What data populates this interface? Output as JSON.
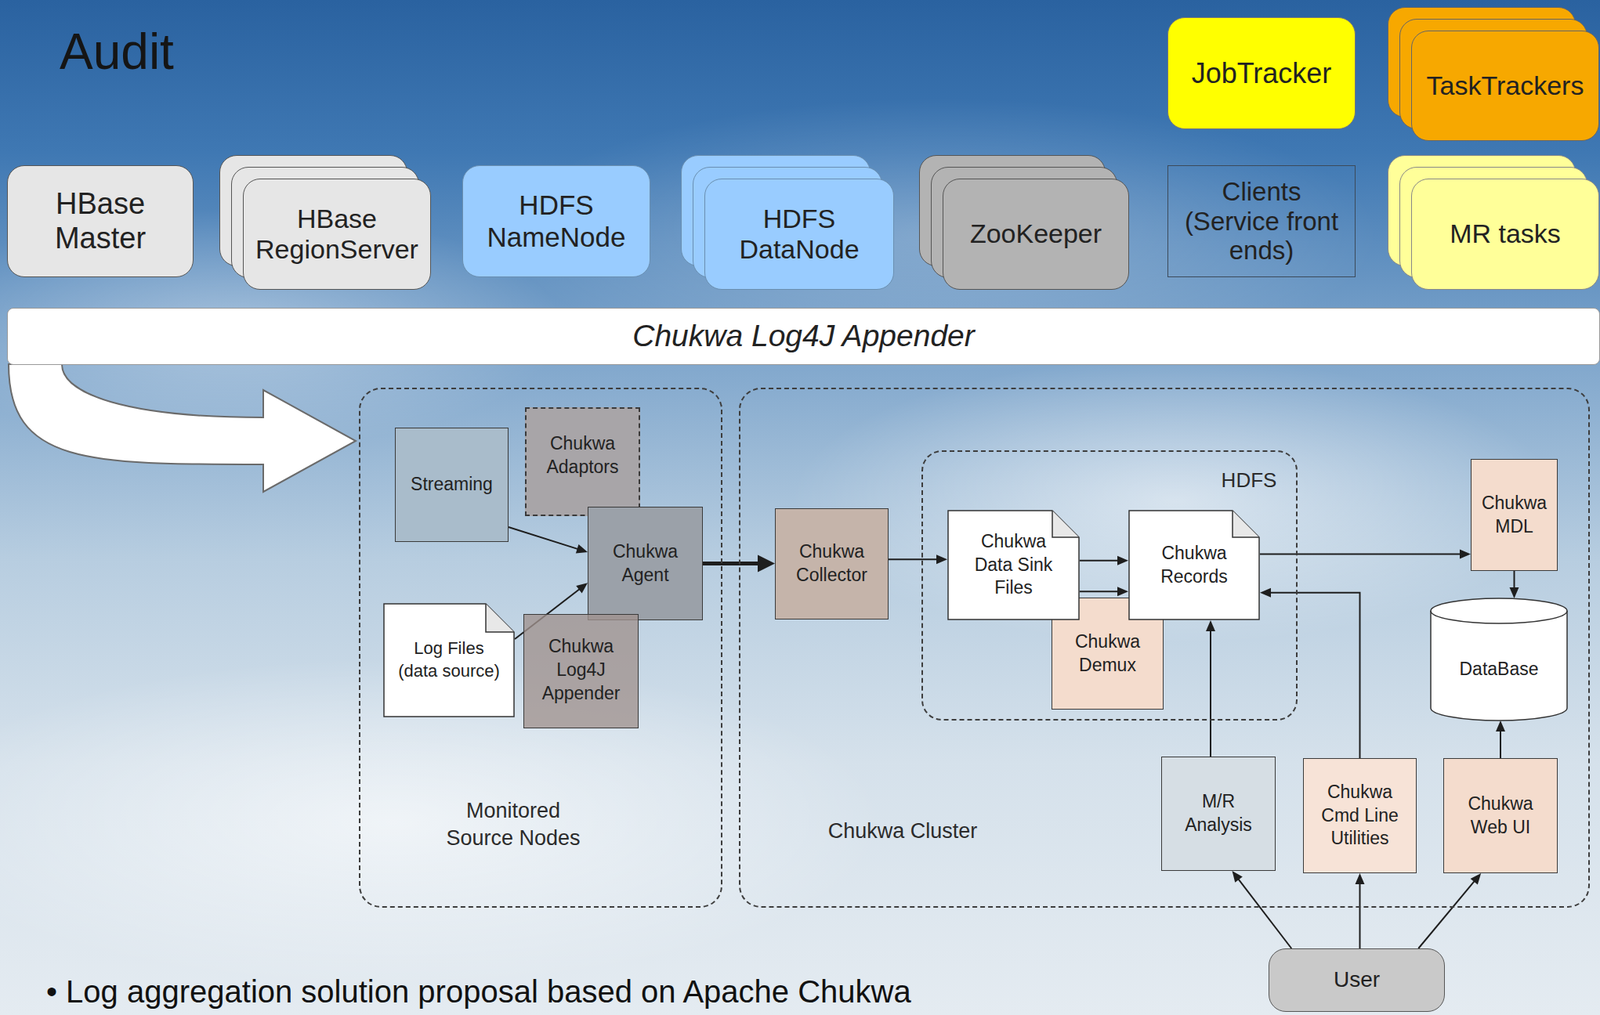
{
  "diagram": {
    "title": "Audit",
    "nodes": [
      {
        "text": [
          "JobTracker"
        ]
      },
      {
        "text": [
          "TaskTrackers"
        ]
      },
      {
        "text": [
          "HBase Master"
        ]
      },
      {
        "text": [
          "HBase RegionServer"
        ]
      },
      {
        "text": [
          "HDFS NameNode"
        ]
      },
      {
        "text": [
          "HDFS DataNode"
        ]
      },
      {
        "text": [
          "ZooKeeper"
        ]
      },
      {
        "text": [
          "Clients (Service front ends)"
        ]
      },
      {
        "text": [
          "MR tasks"
        ]
      },
      {
        "text": [
          "Chukwa Log4J Appender"
        ]
      },
      {
        "text": [
          "Monitored Source Nodes"
        ]
      },
      {
        "text": [
          "Streaming"
        ],
        "in": 10
      },
      {
        "text": [
          "Chukwa Adaptors"
        ],
        "in": 10
      },
      {
        "text": [
          "Chukwa Agent"
        ],
        "in": 10
      },
      {
        "text": [
          "Log Files (data source)"
        ],
        "in": 10
      },
      {
        "text": [
          "Chukwa Log4J Appender"
        ],
        "in": 10
      },
      {
        "text": [
          "Chukwa Cluster"
        ]
      },
      {
        "text": [
          "Chukwa Collector"
        ],
        "in": 16
      },
      {
        "text": [
          "HDFS"
        ],
        "in": 16
      },
      {
        "text": [
          "Chukwa Data Sink Files"
        ],
        "in": 18
      },
      {
        "text": [
          "Chukwa Records"
        ],
        "in": 18
      },
      {
        "text": [
          "Chukwa Demux"
        ],
        "in": 18
      },
      {
        "text": [
          "Chukwa MDL"
        ],
        "in": 16
      },
      {
        "text": [
          "DataBase"
        ],
        "in": 16
      },
      {
        "text": [
          "M/R Analysis"
        ],
        "in": 16
      },
      {
        "text": [
          "Chukwa Cmd Line Utilities"
        ],
        "in": 16
      },
      {
        "text": [
          "Chukwa Web UI"
        ],
        "in": 16
      },
      {
        "text": [
          "User"
        ]
      }
    ],
    "edges": [
      {
        "from": 11,
        "to": 13,
        "arrow": "to"
      },
      {
        "from": 14,
        "to": 13,
        "arrow": "to"
      },
      {
        "from": 13,
        "to": 17,
        "arrow": "to"
      },
      {
        "from": 17,
        "to": 19,
        "arrow": "to"
      },
      {
        "from": 19,
        "to": 20,
        "arrow": "to"
      },
      {
        "from": 19,
        "to": 20,
        "arrow": "to"
      },
      {
        "from": 20,
        "to": 22,
        "arrow": "to"
      },
      {
        "from": 22,
        "to": 23,
        "arrow": "to"
      },
      {
        "from": 26,
        "to": 23,
        "arrow": "to"
      },
      {
        "from": 24,
        "to": 20,
        "arrow": "to"
      },
      {
        "from": 25,
        "to": 20,
        "arrow": "to"
      },
      {
        "from": 27,
        "to": 24,
        "arrow": "to"
      },
      {
        "from": 27,
        "to": 25,
        "arrow": "to"
      },
      {
        "from": 27,
        "to": 26,
        "arrow": "to"
      },
      {
        "from": 9,
        "to": 10,
        "arrow": "to"
      }
    ],
    "labels": [
      "• Log aggregation solution proposal based on Apache Chukwa"
    ]
  }
}
